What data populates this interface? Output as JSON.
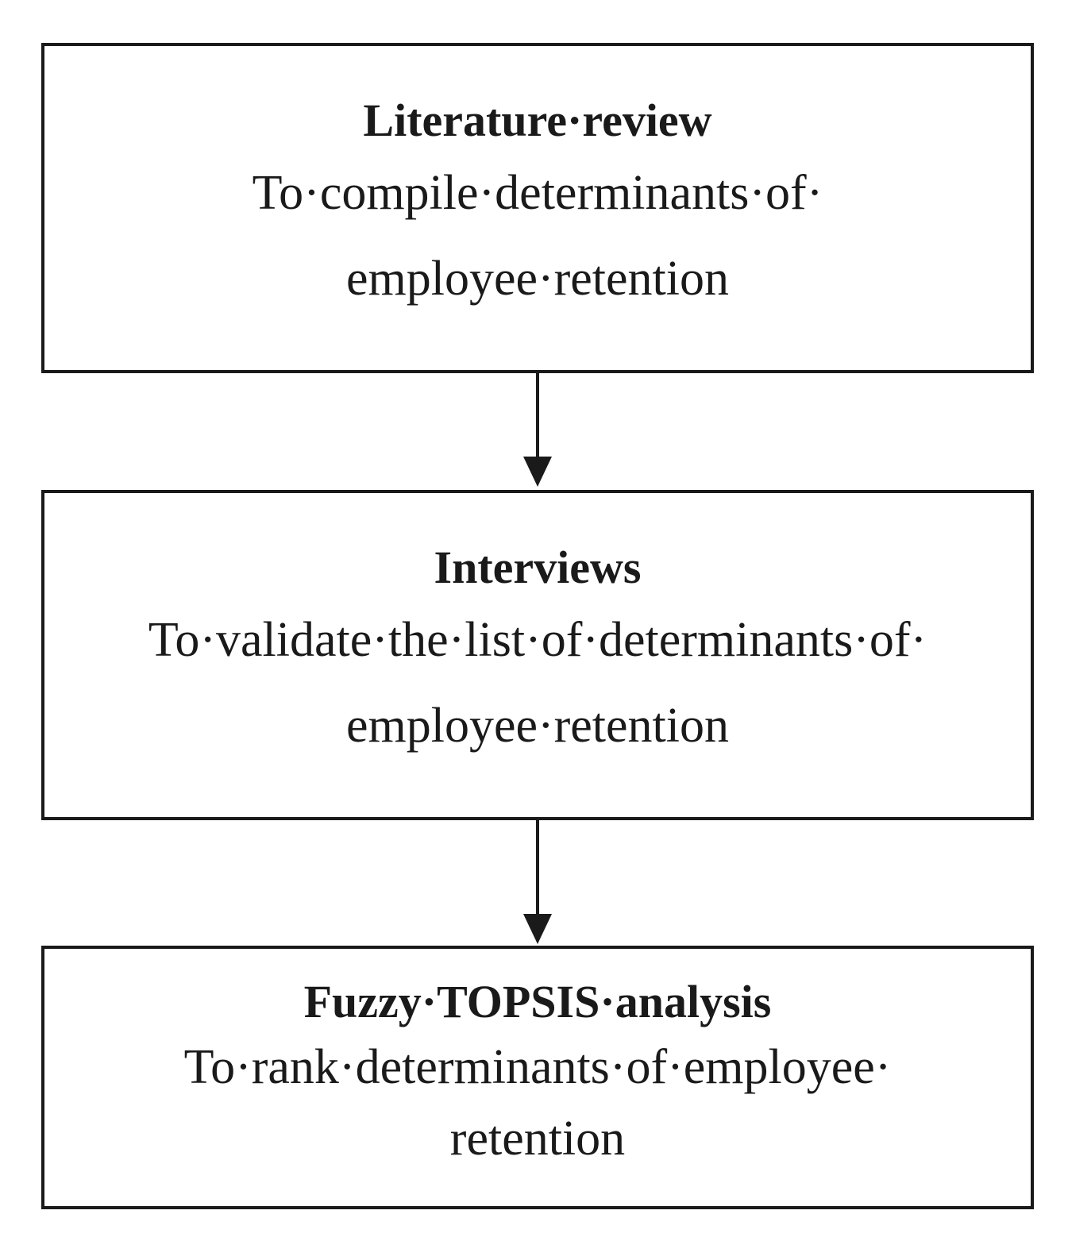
{
  "steps": [
    {
      "title": "Literature·review",
      "description_lines": [
        "To·compile·determinants·of·",
        "employee·retention"
      ]
    },
    {
      "title": "Interviews",
      "description_lines": [
        "To·validate·the·list·of·determinants·of·",
        "employee·retention"
      ]
    },
    {
      "title": "Fuzzy·TOPSIS·analysis",
      "description_lines": [
        "To·rank·determinants·of·employee·",
        "retention"
      ]
    }
  ],
  "colors": {
    "stroke": "#1a1a1a",
    "background": "#ffffff"
  }
}
